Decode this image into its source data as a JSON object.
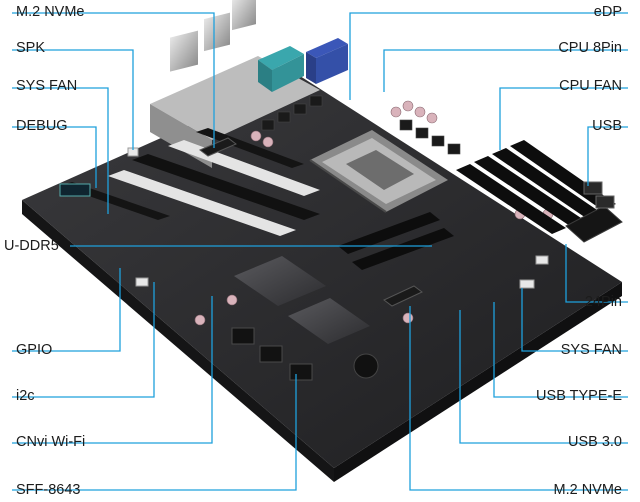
{
  "diagram": {
    "accent_color": "#1ea0dc",
    "board_color": "#2a2a2c",
    "labels": {
      "m2_nvme_top": "M.2 NVMe",
      "spk": "SPK",
      "sys_fan_left": "SYS FAN",
      "debug": "DEBUG",
      "u_ddr5": "U-DDR5",
      "gpio": "GPIO",
      "i2c": "i2c",
      "cnvi_wifi": "CNvi Wi-Fi",
      "sff_8643": "SFF-8643",
      "edp": "eDP",
      "cpu_8pin": "CPU 8Pin",
      "cpu_fan": "CPU FAN",
      "usb": "USB",
      "pin24": "24Pin",
      "sys_fan_right": "SYS FAN",
      "usb_type_e": "USB TYPE-E",
      "usb_30": "USB 3.0",
      "m2_nvme_bottom": "M.2 NVMe"
    }
  }
}
